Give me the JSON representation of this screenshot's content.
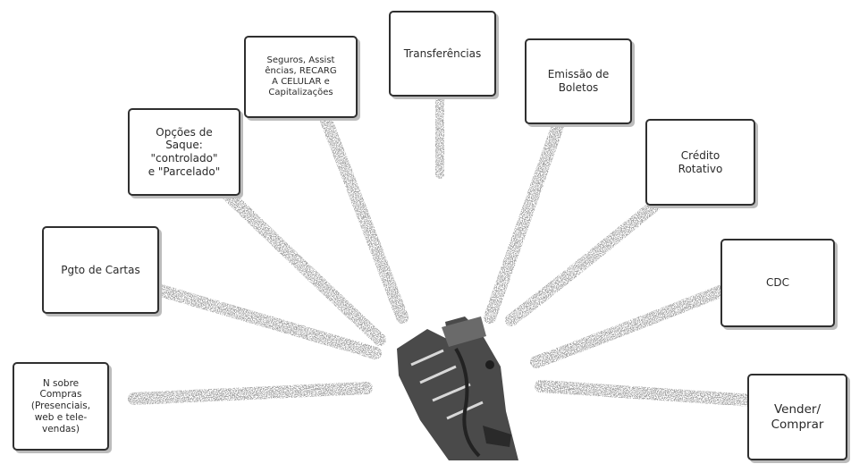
{
  "diagram": {
    "nodes": [
      {
        "id": "compras",
        "label": "N sobre\nCompras\n(Presenciais,\nweb e tele-\nvendas)"
      },
      {
        "id": "cartoes",
        "label": "Pgto de Cartas"
      },
      {
        "id": "opcoes",
        "label": "Opções de\nSaque:\n\"controlado\"\ne \"Parcelado\""
      },
      {
        "id": "seguros",
        "label": "Seguros, Assist\nências, RECARG\nA CELULAR e\nCapitalizações"
      },
      {
        "id": "transferencias",
        "label": "Transferências"
      },
      {
        "id": "boletos",
        "label": "Emissão de\nBoletos"
      },
      {
        "id": "credito",
        "label": "Crédito\nRotativo"
      },
      {
        "id": "cdc",
        "label": "CDC"
      },
      {
        "id": "vender",
        "label": "Vender/\nComprar"
      }
    ],
    "hub_icon": "hand-holding-card-icon",
    "colors": {
      "border": "#2f2f2f",
      "text": "#2a2a2a",
      "connector": "#a8a8a8"
    }
  }
}
